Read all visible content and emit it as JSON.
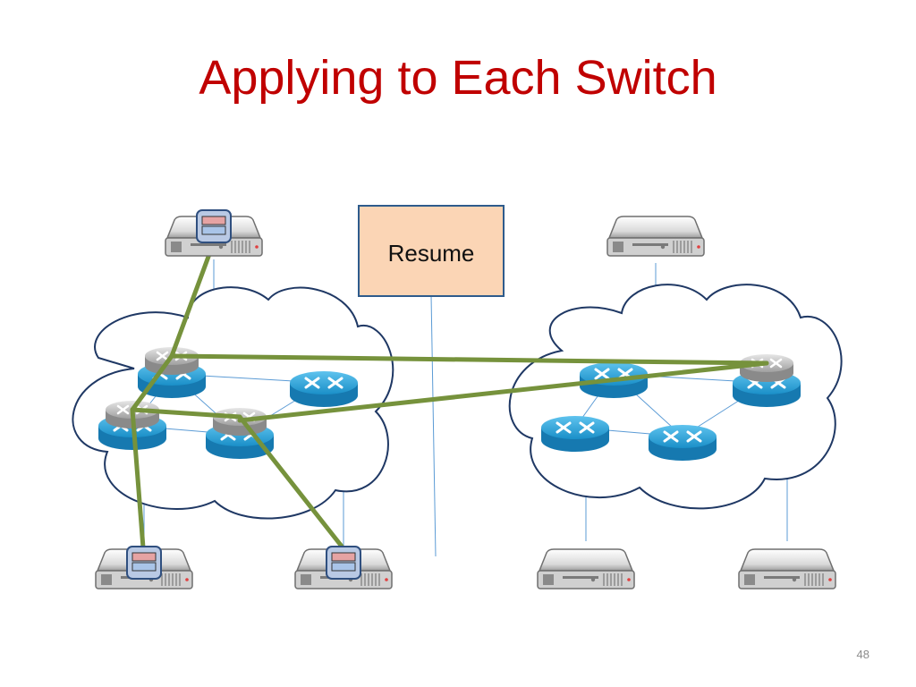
{
  "slide": {
    "title": "Applying to Each Switch",
    "page_number": "48"
  },
  "resume_box": {
    "label": "Resume"
  },
  "colors": {
    "title": "#c00000",
    "cloud_stroke": "#1f3864",
    "switch_blue": "#1e9bd7",
    "switch_gray": "#a6a6a6",
    "green_path": "#76923c",
    "thin_link": "#5b9bd5",
    "resume_fill": "#fbd5b5",
    "resume_stroke": "#2e5b8c"
  },
  "icons": {
    "server": "server-icon",
    "server_badge": "flow-table-badge",
    "switch": "switch-icon",
    "cloud": "network-cloud"
  }
}
